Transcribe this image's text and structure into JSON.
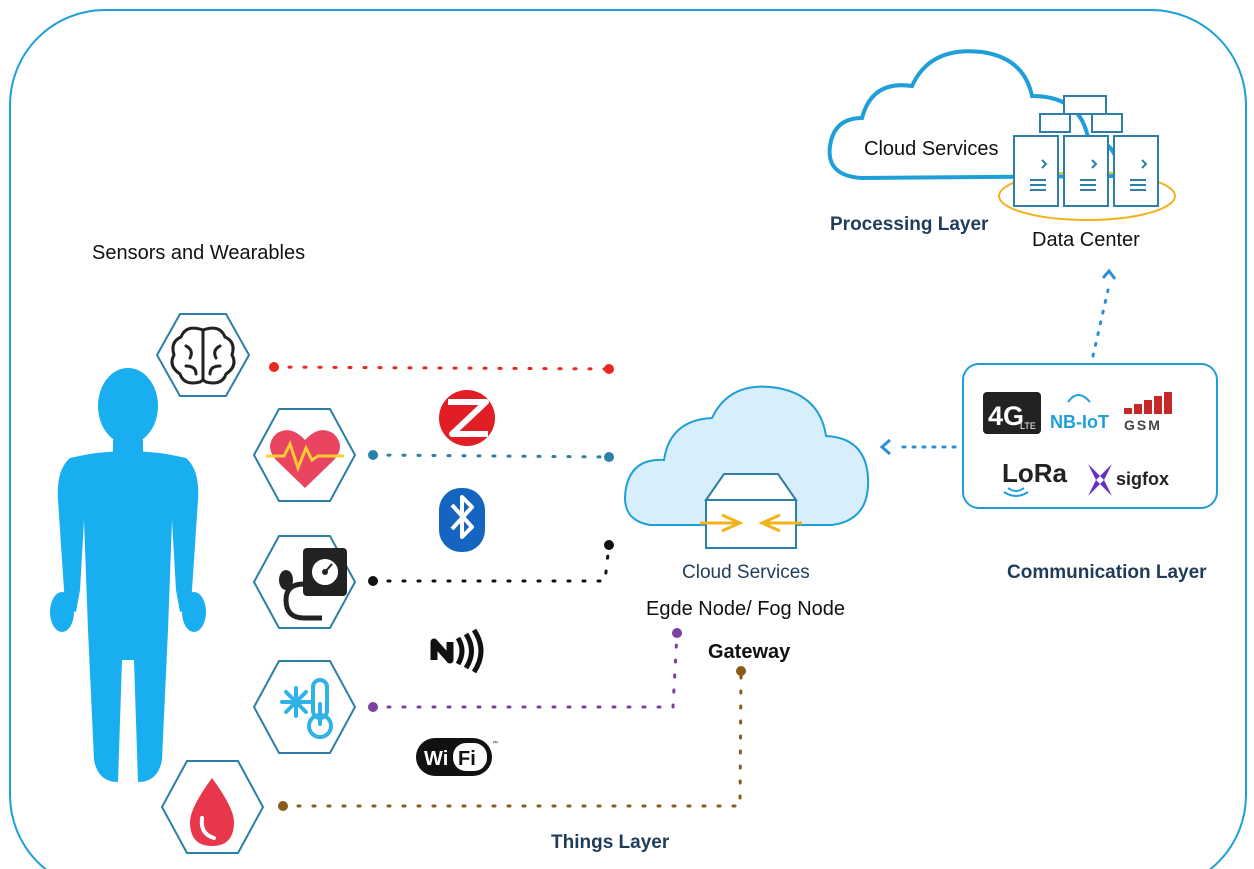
{
  "labels": {
    "sensors": "Sensors and Wearables",
    "edge_cloud": "Cloud Services",
    "edge_node": "Egde Node/ Fog Node",
    "gateway": "Gateway",
    "things_layer": "Things Layer",
    "communication_layer": "Communication Layer",
    "processing_layer": "Processing Layer",
    "cloud_services": "Cloud Services",
    "data_center": "Data Center"
  },
  "protocols": {
    "bluetooth": "bluetooth-icon",
    "zigbee": "zigbee-icon",
    "nfc": "nfc-icon",
    "wifi_text": "Wi Fi",
    "wifi_tm": "™"
  },
  "comm_tech": {
    "lte_4g": "4G",
    "lte_sub": "LTE",
    "nbiot": "NB-IoT",
    "gsm": "GSM",
    "lora": "LoRa",
    "sigfox": "sigfox"
  },
  "sensors": [
    {
      "name": "brain-sensor",
      "icon": "brain-icon"
    },
    {
      "name": "heart-rate-sensor",
      "icon": "heart-icon"
    },
    {
      "name": "blood-pressure-sensor",
      "icon": "blood-pressure-icon"
    },
    {
      "name": "temperature-sensor",
      "icon": "thermometer-icon"
    },
    {
      "name": "blood-sensor",
      "icon": "blood-drop-icon"
    }
  ],
  "colors": {
    "border": "#1e9fd8",
    "human": "#19aef0",
    "link_brain": "#e8281e",
    "link_heart": "#2c7fa6",
    "link_bp": "#111111",
    "link_temp": "#7a3fa0",
    "link_blood": "#8a5a1a",
    "processing_link": "#2a90d6"
  }
}
